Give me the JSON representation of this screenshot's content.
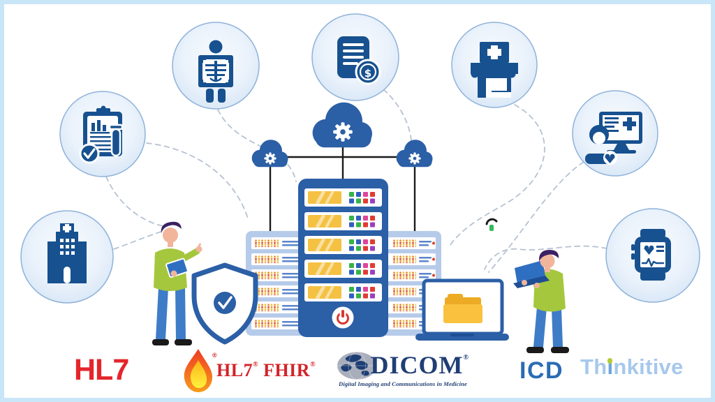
{
  "page": {
    "background": "#ffffff",
    "frame_color": "#c9e5f8"
  },
  "palette": {
    "icon_navy": "#17518f",
    "system_blue": "#2b5fa6",
    "rack_blue": "#b6cbea",
    "accent_yellow": "#f5c143",
    "power_red": "#d8372f",
    "dash_gray": "#b6c2d2",
    "lock_green": "#35b85c",
    "shirt_green": "#a5c73e",
    "jeans_blue": "#3e7cc7"
  },
  "glyphs": {
    "dollar": "$"
  },
  "satellite_icons": [
    "hospital-icon",
    "lab-report-icon",
    "x-ray-icon",
    "billing-icon",
    "pharmacy-icon",
    "telehealth-icon",
    "smartwatch-icon"
  ],
  "hub_icons": [
    "cloud-gear-icon",
    "server-tower-icon",
    "shield-check-icon",
    "laptop-folder-icon",
    "power-icon",
    "padlock-icon"
  ],
  "logos": {
    "hl7": {
      "text": "HL7",
      "color": "#e4252b"
    },
    "hl7_fhir": {
      "hl7": "HL7",
      "fhir": "FHIR",
      "reg": "®",
      "color": "#d2232a"
    },
    "dicom": {
      "text": "DICOM",
      "reg": "®",
      "tagline": "Digital Imaging and Communications in Medicine",
      "color": "#203e75"
    },
    "icd": {
      "text": "ICD",
      "color": "#2a6cb4"
    },
    "thinkitive": {
      "part1": "Th",
      "part2": "i",
      "part3": "nkitive",
      "text_color": "#a6c8ec",
      "i_color": "#6ca4de",
      "dot_color": "#b3cc34"
    }
  }
}
